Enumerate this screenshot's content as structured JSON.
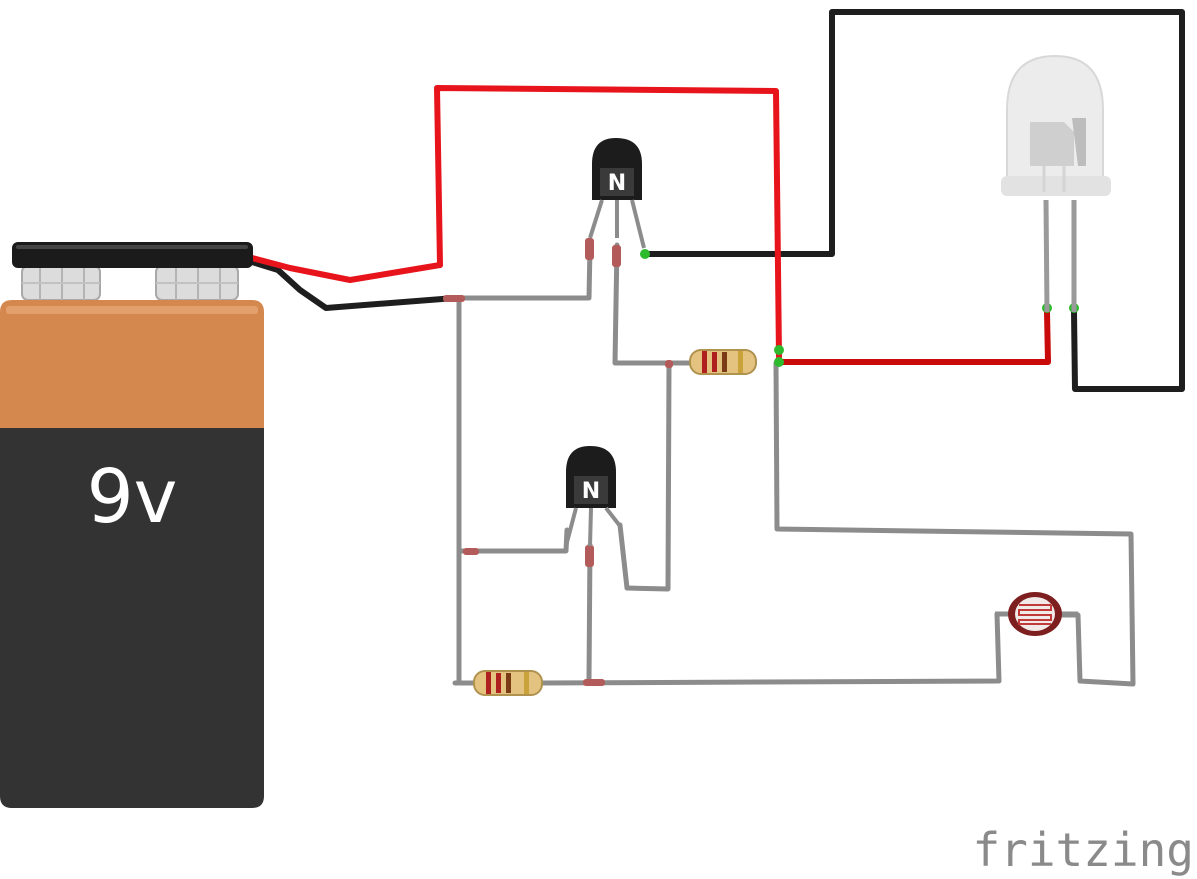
{
  "battery": {
    "label": "9v"
  },
  "transistors": [
    {
      "marking": "N"
    },
    {
      "marking": "N"
    }
  ],
  "brand": {
    "text": "fritzing"
  },
  "colors": {
    "wire_power": "#e8141c",
    "wire_ground": "#1e1e1e",
    "wire_breadboard": "#8c8c8c",
    "battery_top": "#d4884d",
    "battery_body": "#333333",
    "connector_green": "#2dba2d",
    "connector_red": "#b35a5a"
  }
}
